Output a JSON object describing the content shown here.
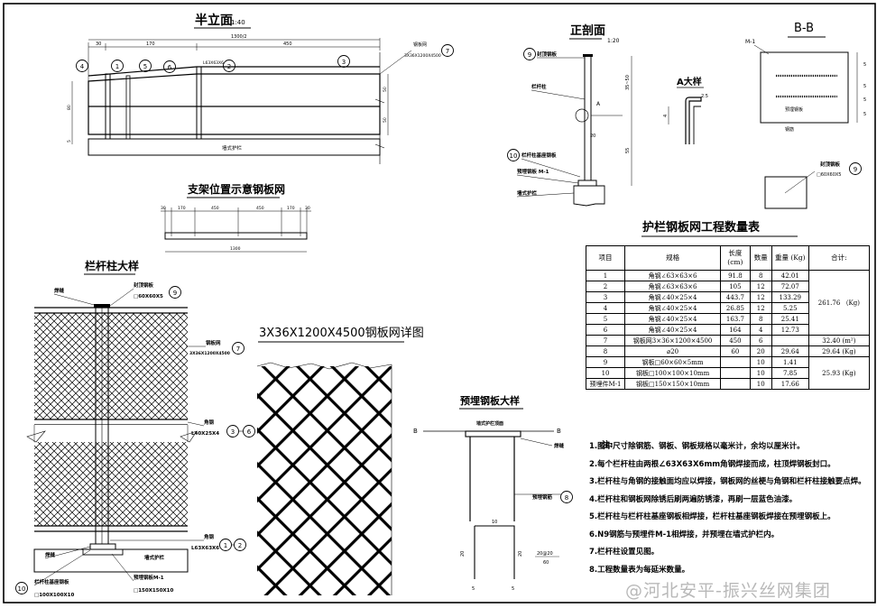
{
  "titles": {
    "elevation": "半立面",
    "elevation_scale": "1:40",
    "section": "正剖面",
    "section_scale": "1:20",
    "bb": "B-B",
    "detail_a": "A大样",
    "support": "支架位置示意钢板网",
    "post_detail": "栏杆柱大样",
    "mesh_detail": "3X36X1200X4500钢板网详图",
    "embed_detail": "预埋钢板大样",
    "table_title": "护栏钢板网工程数量表",
    "notes_label": "注:"
  },
  "elevation": {
    "dims_top": [
      "30",
      "170",
      "1300/2",
      "450"
    ],
    "label_angle": "L63X63X6",
    "label_mesh": "钢板网",
    "label_mesh_spec": "3X36X1200X4500",
    "wall": "墙式护栏",
    "side_dims": [
      "80",
      "5",
      "50",
      "50"
    ],
    "callouts": [
      "1",
      "2",
      "3",
      "4",
      "5",
      "6",
      "7"
    ]
  },
  "section": {
    "labels": [
      "封顶钢板",
      "栏杆柱",
      "栏杆柱基座钢板",
      "预埋钢板 M-1",
      "墙式护栏"
    ],
    "dims": [
      "35~50",
      "20",
      "55"
    ],
    "mark_a": "A",
    "callouts": [
      "9",
      "10"
    ]
  },
  "detail_a": {
    "dim_top": "2.5",
    "dim_side": "4"
  },
  "bb": {
    "label_m1": "M-1",
    "rebar": "预埋钢板",
    "seat": "钢筋",
    "dims": [
      "5",
      "5",
      "5",
      "5"
    ],
    "cap_label": "封顶钢板",
    "cap_spec": "□60X60X5",
    "callout": "9"
  },
  "support": {
    "dims": [
      "30",
      "170",
      "450",
      "450",
      "170",
      "30"
    ],
    "total": "1300"
  },
  "post": {
    "labels": [
      "焊缝",
      "封顶钢板",
      "□60X60X5",
      "钢板网",
      "3X36X1200X4500",
      "角钢",
      "L40X25X4",
      "角钢",
      "L63X63X6",
      "焊缝",
      "墙式护栏",
      "预埋钢板M-1",
      "□150X150X10",
      "栏杆柱基座钢板",
      "□100X100X10"
    ],
    "callouts": [
      "9",
      "7",
      "3",
      "6",
      "1",
      "2",
      "10"
    ]
  },
  "embed": {
    "labels": [
      "墙式护栏顶面",
      "焊缝",
      "预埋钢筋"
    ],
    "mark_b": "B",
    "dims": [
      "10",
      "20",
      "20",
      "20@20",
      "60",
      "5",
      "5"
    ],
    "callout": "8"
  },
  "table": {
    "headers": [
      "项目",
      "规格",
      "长度 (cm)",
      "数量",
      "重量 (Kg)",
      "合计:"
    ],
    "rows": [
      [
        "1",
        "角钢∠63×63×6",
        "91.8",
        "8",
        "42.01"
      ],
      [
        "2",
        "角钢∠63×63×6",
        "105",
        "12",
        "72.07"
      ],
      [
        "3",
        "角钢∠40×25×4",
        "443.7",
        "12",
        "133.29"
      ],
      [
        "4",
        "角钢∠40×25×4",
        "26.85",
        "12",
        "5.25"
      ],
      [
        "5",
        "角钢∠40×25×4",
        "163.7",
        "8",
        "25.41"
      ],
      [
        "6",
        "角钢∠40×25×4",
        "164",
        "4",
        "12.73"
      ],
      [
        "7",
        "钢板网3×36×1200×4500",
        "450",
        "6",
        ""
      ],
      [
        "8",
        "⌀20",
        "60",
        "20",
        "29.64"
      ],
      [
        "9",
        "钢板□60×60×5mm",
        "",
        "10",
        "1.41"
      ],
      [
        "10",
        "钢板□100×100×10mm",
        "",
        "10",
        "7.85"
      ],
      [
        "预埋件M-1",
        "钢板□150×150×10mm",
        "",
        "10",
        "17.66"
      ]
    ],
    "sum_1_6": "261.76 （Kg)",
    "sum_7": "32.40 (m²)",
    "sum_8": "29.64 (Kg)",
    "sum_9_m1": "25.93 (Kg)"
  },
  "notes": [
    "1.图中尺寸除钢筋、钢板、钢板规格以毫米计，余均以厘米计。",
    "2.每个栏杆柱由两根∠63X63X6mm角钢焊接而成，柱顶焊钢板封口。",
    "3.栏杆柱与角钢的接触面均应以焊接，钢板网的丝梗与角钢和栏杆柱接触要点焊。",
    "4.栏杆柱和钢板网除锈后刷两遍防锈漆，再刷一层蓝色油漆。",
    "5.栏杆柱与栏杆柱基座钢板相焊接，栏杆柱基座钢板焊接在预埋钢板上。",
    "6.N9钢筋与预埋件M-1相焊接，并预埋在墙式护栏内。",
    "7.栏杆柱设置见图。",
    "8.工程数量表为每延米数量。"
  ],
  "watermark": "@河北安平-振兴丝网集团"
}
